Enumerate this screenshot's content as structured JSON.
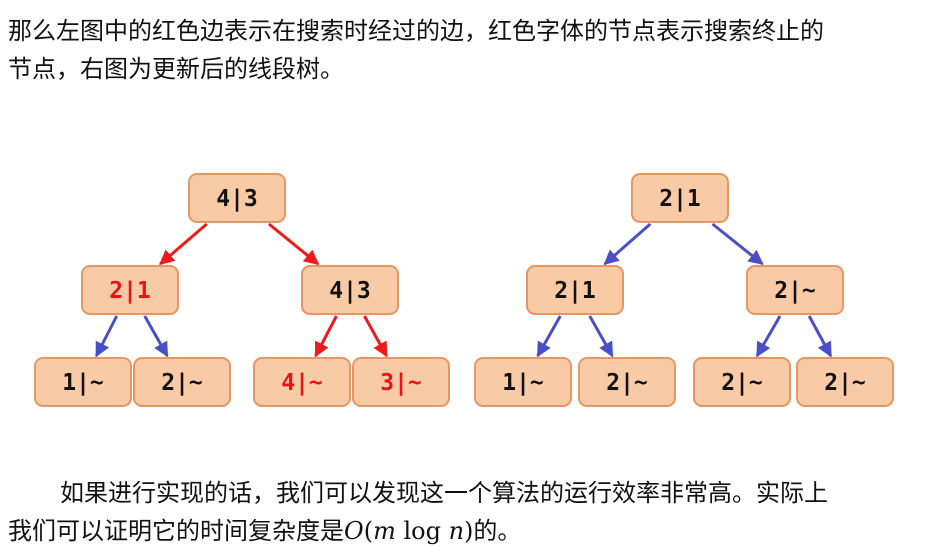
{
  "text": {
    "para1_line1": "那么左图中的红色边表示在搜索时经过的边，红色字体的节点表示搜索终止的",
    "para1_line2": "节点，右图为更新后的线段树。",
    "para2_line1": "如果进行实现的话，我们可以发现这一个算法的运行效率非常高。实际上",
    "para2_line2_prefix": "我们可以证明它的时间复杂度是",
    "para2_math_O": "O",
    "para2_math_open": "(",
    "para2_math_m": "m",
    "para2_math_log": " log ",
    "para2_math_n": "n",
    "para2_math_close": ")",
    "para2_line2_suffix": "的。"
  },
  "colors": {
    "red_edge": "#f01a1a",
    "blue_edge": "#4a4fc8",
    "red_text": "#ee1111",
    "black_text": "#111111",
    "node_fill": "#f8caa6",
    "node_border": "#e59662"
  },
  "left_tree": {
    "nodes": [
      {
        "label": "4|3",
        "text_color": "black"
      },
      {
        "label": "2|1",
        "text_color": "red"
      },
      {
        "label": "4|3",
        "text_color": "black"
      },
      {
        "label": "1|~",
        "text_color": "black"
      },
      {
        "label": "2|~",
        "text_color": "black"
      },
      {
        "label": "4|~",
        "text_color": "red"
      },
      {
        "label": "3|~",
        "text_color": "red"
      }
    ],
    "edges": [
      {
        "from": 0,
        "to": 1,
        "color": "red"
      },
      {
        "from": 0,
        "to": 2,
        "color": "red"
      },
      {
        "from": 1,
        "to": 3,
        "color": "blue"
      },
      {
        "from": 1,
        "to": 4,
        "color": "blue"
      },
      {
        "from": 2,
        "to": 5,
        "color": "red"
      },
      {
        "from": 2,
        "to": 6,
        "color": "red"
      }
    ]
  },
  "right_tree": {
    "nodes": [
      {
        "label": "2|1",
        "text_color": "black"
      },
      {
        "label": "2|1",
        "text_color": "black"
      },
      {
        "label": "2|~",
        "text_color": "black"
      },
      {
        "label": "1|~",
        "text_color": "black"
      },
      {
        "label": "2|~",
        "text_color": "black"
      },
      {
        "label": "2|~",
        "text_color": "black"
      },
      {
        "label": "2|~",
        "text_color": "black"
      }
    ],
    "edges": [
      {
        "from": 0,
        "to": 1,
        "color": "blue"
      },
      {
        "from": 0,
        "to": 2,
        "color": "blue"
      },
      {
        "from": 1,
        "to": 3,
        "color": "blue"
      },
      {
        "from": 1,
        "to": 4,
        "color": "blue"
      },
      {
        "from": 2,
        "to": 5,
        "color": "blue"
      },
      {
        "from": 2,
        "to": 6,
        "color": "blue"
      }
    ]
  }
}
